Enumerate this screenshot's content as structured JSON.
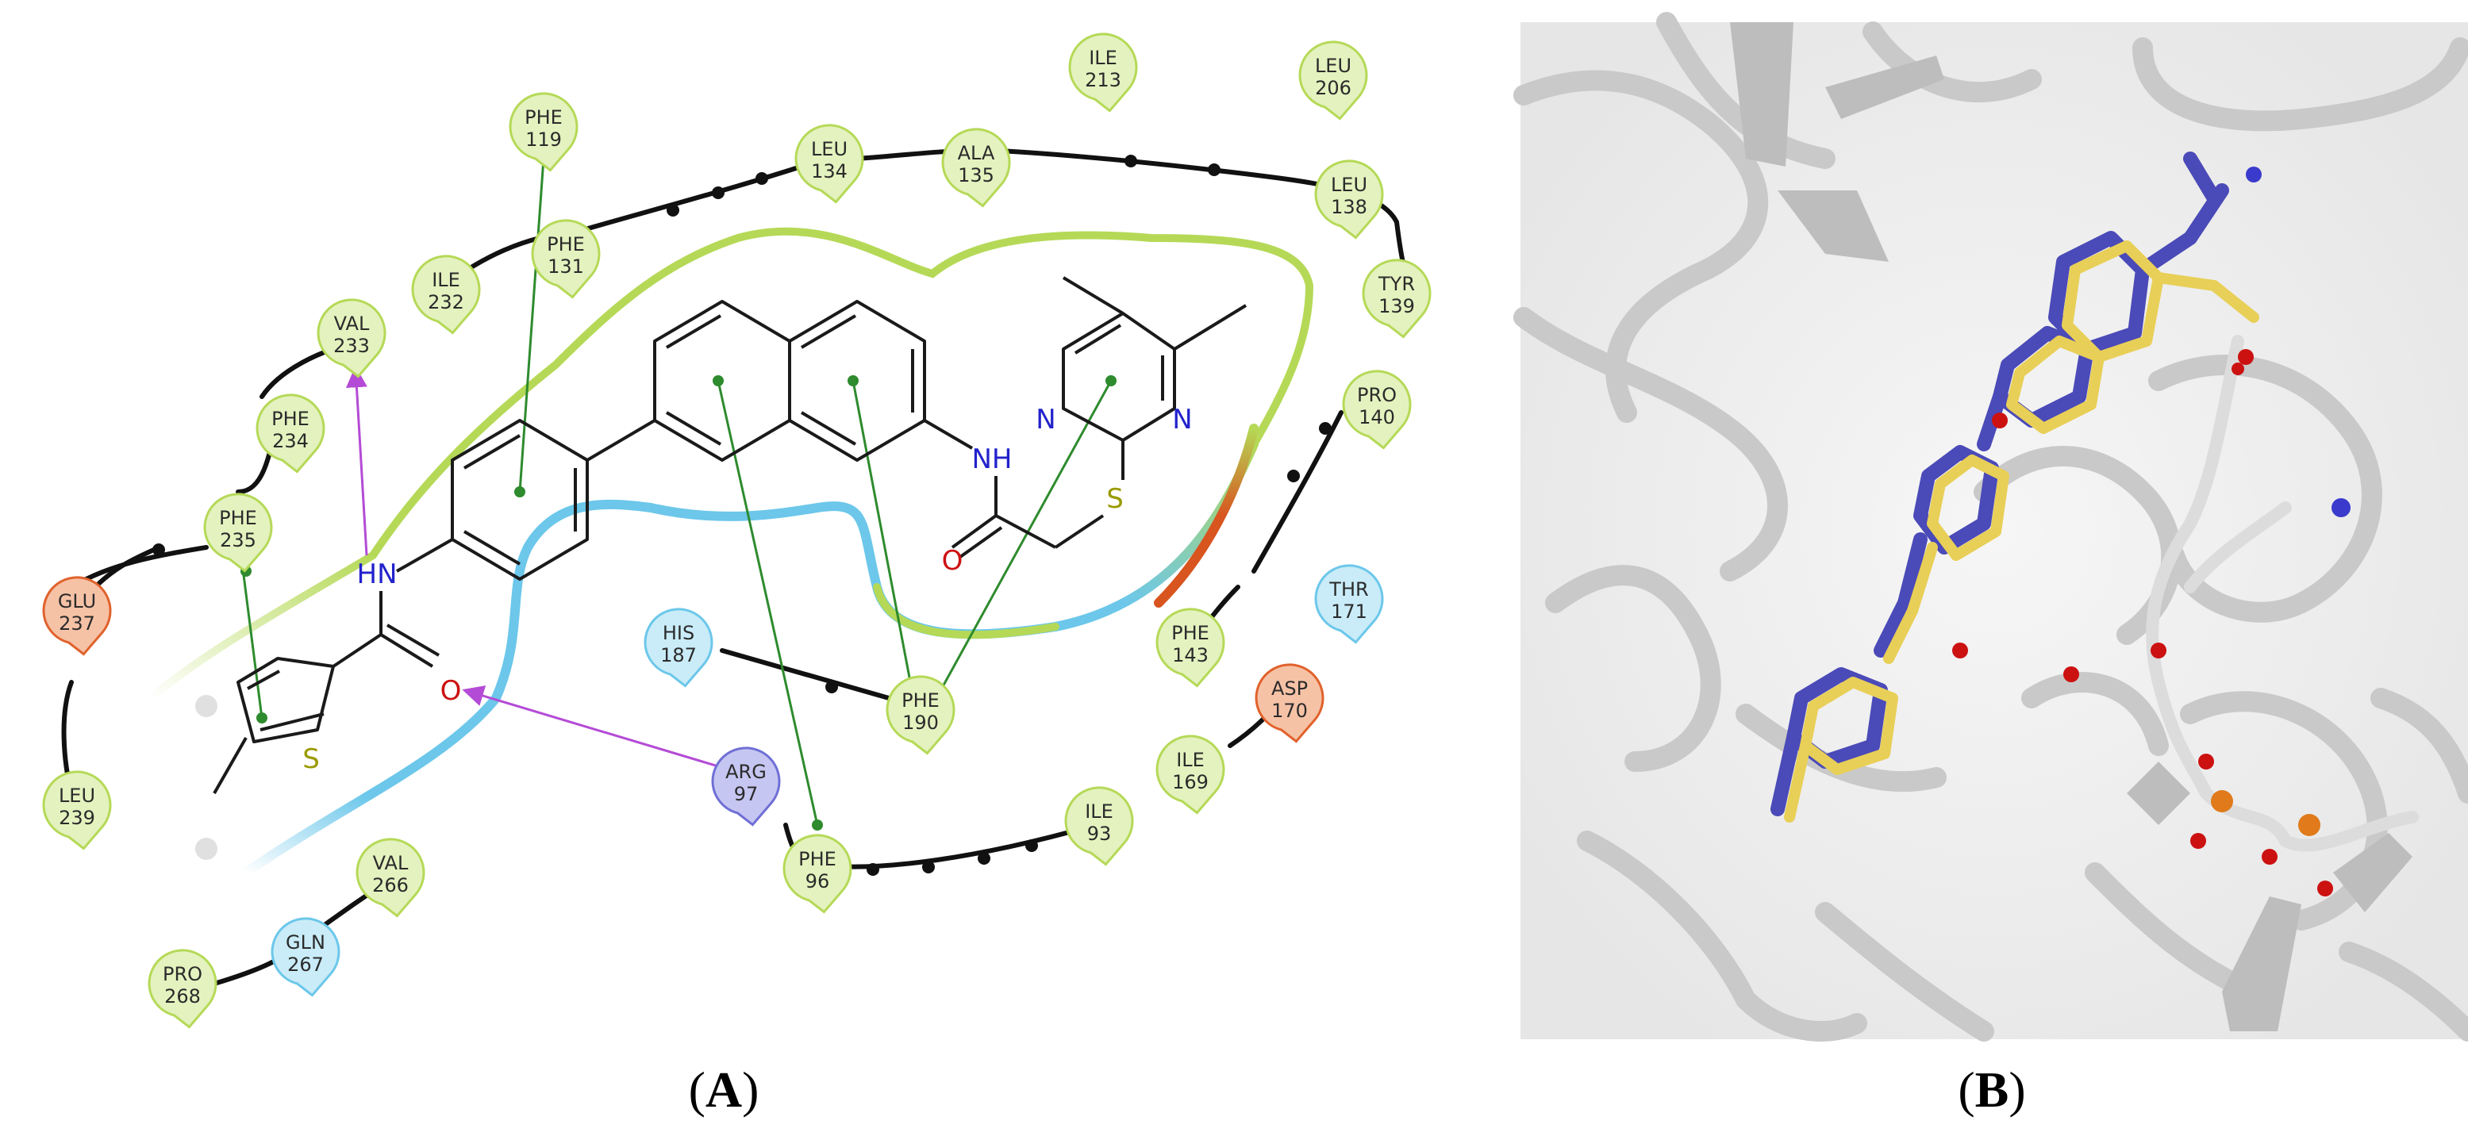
{
  "panels": [
    {
      "id": "A",
      "label": "A"
    },
    {
      "id": "B",
      "label": "B"
    }
  ],
  "colors": {
    "hydrophobic": "#b5d957",
    "hydrophobic_light": "#e4f2bf",
    "polar": "#6cc7ea",
    "polar_light": "#c9ecf8",
    "negative": "#e0622c",
    "negative_light": "#f6c2a6",
    "positive": "#6f6fd6",
    "positive_light": "#c6c6f2",
    "pi_stacking": "#2e8b2e",
    "hbond": "#b44bd6",
    "nitrogen": "#2222cc",
    "oxygen": "#cc1111",
    "sulfur": "#9a9a00",
    "ligand_carbon_blue": "#4a4ab8",
    "ligand_carbon_yellow": "#e8cf57",
    "protein": "#d8d8d8"
  },
  "residues": [
    {
      "key": "PHE119",
      "name": "PHE",
      "num": "119",
      "type": "hydrophobic"
    },
    {
      "key": "LEU134",
      "name": "LEU",
      "num": "134",
      "type": "hydrophobic"
    },
    {
      "key": "ALA135",
      "name": "ALA",
      "num": "135",
      "type": "hydrophobic"
    },
    {
      "key": "ILE213",
      "name": "ILE",
      "num": "213",
      "type": "hydrophobic"
    },
    {
      "key": "LEU206",
      "name": "LEU",
      "num": "206",
      "type": "hydrophobic"
    },
    {
      "key": "LEU138",
      "name": "LEU",
      "num": "138",
      "type": "hydrophobic"
    },
    {
      "key": "TYR139",
      "name": "TYR",
      "num": "139",
      "type": "hydrophobic"
    },
    {
      "key": "PRO140",
      "name": "PRO",
      "num": "140",
      "type": "hydrophobic"
    },
    {
      "key": "PHE131",
      "name": "PHE",
      "num": "131",
      "type": "hydrophobic"
    },
    {
      "key": "ILE232",
      "name": "ILE",
      "num": "232",
      "type": "hydrophobic"
    },
    {
      "key": "VAL233",
      "name": "VAL",
      "num": "233",
      "type": "hydrophobic"
    },
    {
      "key": "PHE234",
      "name": "PHE",
      "num": "234",
      "type": "hydrophobic"
    },
    {
      "key": "PHE235",
      "name": "PHE",
      "num": "235",
      "type": "hydrophobic"
    },
    {
      "key": "GLU237",
      "name": "GLU",
      "num": "237",
      "type": "negative"
    },
    {
      "key": "LEU239",
      "name": "LEU",
      "num": "239",
      "type": "hydrophobic"
    },
    {
      "key": "HIS187",
      "name": "HIS",
      "num": "187",
      "type": "polar"
    },
    {
      "key": "PHE190",
      "name": "PHE",
      "num": "190",
      "type": "hydrophobic"
    },
    {
      "key": "THR171",
      "name": "THR",
      "num": "171",
      "type": "polar"
    },
    {
      "key": "PHE143",
      "name": "PHE",
      "num": "143",
      "type": "hydrophobic"
    },
    {
      "key": "ASP170",
      "name": "ASP",
      "num": "170",
      "type": "negative"
    },
    {
      "key": "ILE169",
      "name": "ILE",
      "num": "169",
      "type": "hydrophobic"
    },
    {
      "key": "ARG97",
      "name": "ARG",
      "num": "97",
      "type": "positive"
    },
    {
      "key": "ILE93",
      "name": "ILE",
      "num": "93",
      "type": "hydrophobic"
    },
    {
      "key": "PHE96",
      "name": "PHE",
      "num": "96",
      "type": "hydrophobic"
    },
    {
      "key": "VAL266",
      "name": "VAL",
      "num": "266",
      "type": "hydrophobic"
    },
    {
      "key": "GLN267",
      "name": "GLN",
      "num": "267",
      "type": "polar"
    },
    {
      "key": "PRO268",
      "name": "PRO",
      "num": "268",
      "type": "hydrophobic"
    }
  ],
  "ligand_atoms": {
    "nh_left": "HN",
    "nh_right": "NH",
    "o_amide_left": "O",
    "o_amide_right": "O",
    "s_thiophene": "S",
    "s_thioether": "S",
    "n_pyrimidine_1": "N",
    "n_pyrimidine_2": "N"
  },
  "interactions": [
    {
      "type": "pi_stacking",
      "from": "PHE119",
      "to": "phenyl ring"
    },
    {
      "type": "pi_stacking",
      "from": "PHE235",
      "to": "thiophene ring"
    },
    {
      "type": "pi_stacking",
      "from": "PHE96",
      "to": "naphthalene ring 1"
    },
    {
      "type": "pi_stacking",
      "from": "PHE190",
      "to": "naphthalene ring 2"
    },
    {
      "type": "pi_stacking",
      "from": "PHE190",
      "to": "pyrimidine ring"
    },
    {
      "type": "hbond",
      "from": "HN",
      "to": "VAL233"
    },
    {
      "type": "hbond",
      "from": "ARG97",
      "to": "O"
    }
  ]
}
